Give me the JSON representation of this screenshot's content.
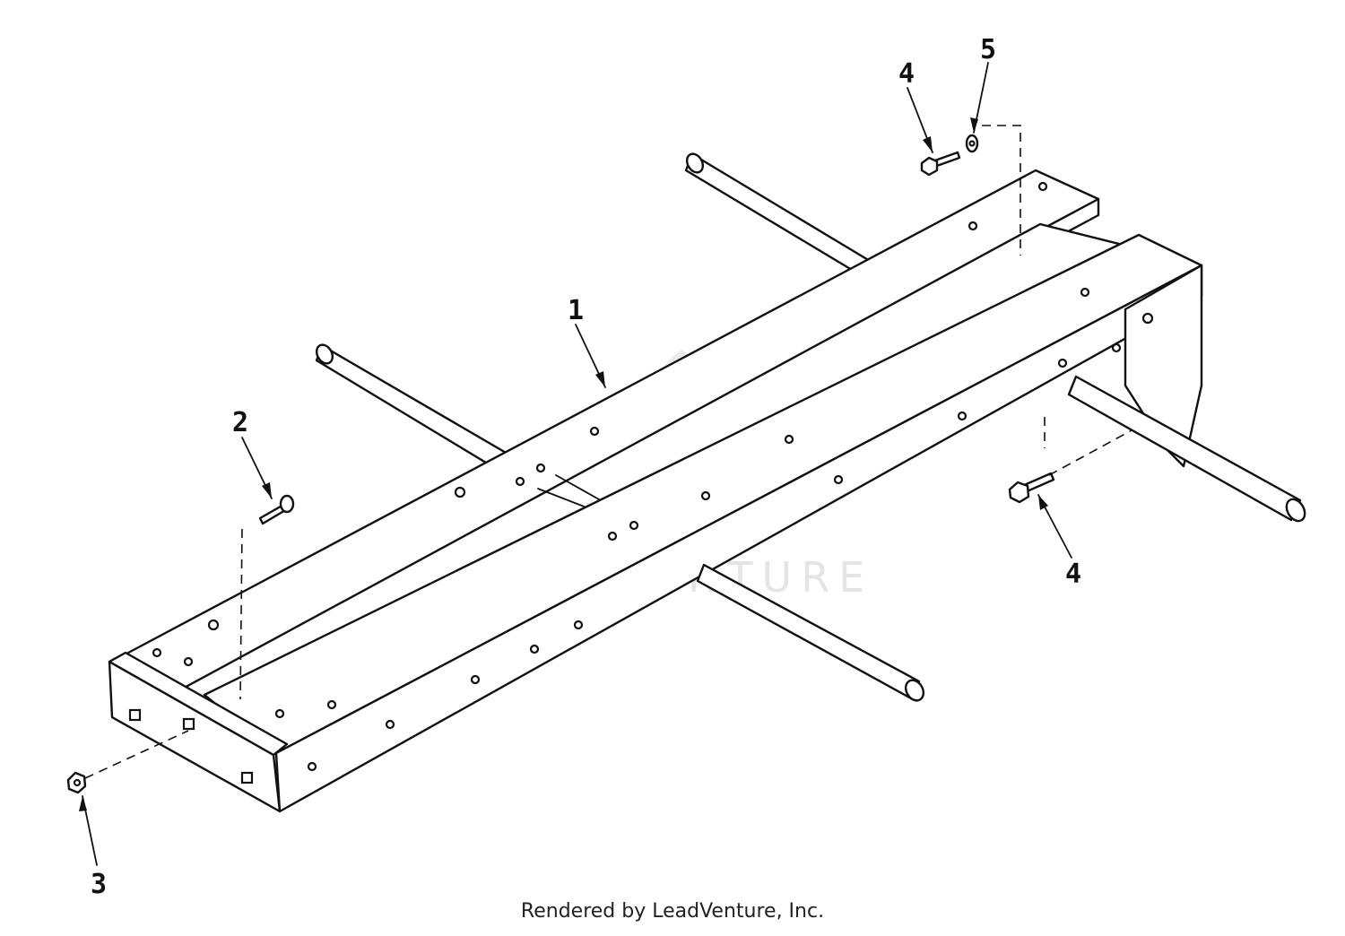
{
  "diagram": {
    "callouts": [
      {
        "id": "1",
        "label": "1"
      },
      {
        "id": "2",
        "label": "2"
      },
      {
        "id": "3",
        "label": "3"
      },
      {
        "id": "4a",
        "label": "4"
      },
      {
        "id": "5",
        "label": "5"
      },
      {
        "id": "4b",
        "label": "4"
      }
    ],
    "watermark": "LEADVENTURE",
    "credit": "Rendered by LeadVenture, Inc."
  }
}
